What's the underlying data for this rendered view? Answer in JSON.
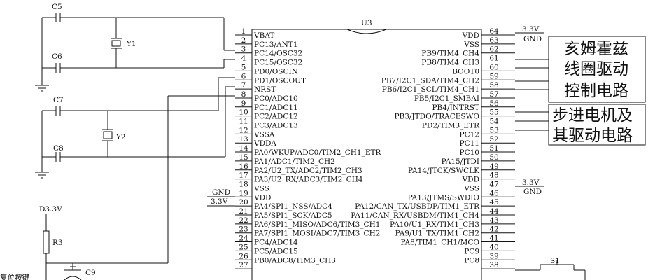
{
  "chip": {
    "ref": "U3",
    "left_pins": [
      {
        "num": "1",
        "name": "VBAT"
      },
      {
        "num": "2",
        "name": "PC13/ANT1"
      },
      {
        "num": "3",
        "name": "PC14/OSC32"
      },
      {
        "num": "4",
        "name": "PC15/OSC32"
      },
      {
        "num": "5",
        "name": "PD0/OSCIN"
      },
      {
        "num": "6",
        "name": "PD1/OSCOUT"
      },
      {
        "num": "7",
        "name": "NRST"
      },
      {
        "num": "8",
        "name": "PC0/ADC10"
      },
      {
        "num": "9",
        "name": "PC1/ADC11"
      },
      {
        "num": "10",
        "name": "PC2/ADC12"
      },
      {
        "num": "11",
        "name": "PC3/ADC13"
      },
      {
        "num": "12",
        "name": "VSSA"
      },
      {
        "num": "13",
        "name": "VDDA"
      },
      {
        "num": "14",
        "name": "PA0/WKUP/ADC0/TIM2_CH1_ETR"
      },
      {
        "num": "15",
        "name": "PA1/ADC1/TIM2_CH2"
      },
      {
        "num": "16",
        "name": "PA2/U2_TX/ADC2/TIM2_CH3"
      },
      {
        "num": "17",
        "name": "PA3/U2_RX/ADC3/TIM2_CH4"
      },
      {
        "num": "18",
        "name": "VSS"
      },
      {
        "num": "19",
        "name": "VDD"
      },
      {
        "num": "20",
        "name": "PA4/SPI1_NSS/ADC4"
      },
      {
        "num": "21",
        "name": "PA5/SPI1_SCK/ADC5"
      },
      {
        "num": "22",
        "name": "PA6/SPI1_MISO/ADC6/TIM3_CH1"
      },
      {
        "num": "23",
        "name": "PA7/SPI1_MOSI/ADC7/TIM3_CH2"
      },
      {
        "num": "24",
        "name": "PC4/ADC14"
      },
      {
        "num": "25",
        "name": "PC5/ADC15"
      },
      {
        "num": "26",
        "name": "PB0/ADC8/TIM3_CH3"
      },
      {
        "num": "27",
        "name": ""
      }
    ],
    "right_pins": [
      {
        "num": "64",
        "name": "VDD"
      },
      {
        "num": "63",
        "name": "VSS"
      },
      {
        "num": "62",
        "name": "PB9/TIM4_CH4"
      },
      {
        "num": "61",
        "name": "PB8/TIM4_CH3"
      },
      {
        "num": "60",
        "name": "BOOT0"
      },
      {
        "num": "59",
        "name": "PB7/I2C1_SDA/TIM4_CH2"
      },
      {
        "num": "58",
        "name": "PB6/I2C1_SCL/TIM4_CH1"
      },
      {
        "num": "57",
        "name": "PB5/I2C1_SMBAI"
      },
      {
        "num": "56",
        "name": "PB4/JNTRST"
      },
      {
        "num": "55",
        "name": "PB3/JTDO/TRACESWO"
      },
      {
        "num": "54",
        "name": "PD2/TIM3_ETR"
      },
      {
        "num": "53",
        "name": "PC12"
      },
      {
        "num": "52",
        "name": "PC11"
      },
      {
        "num": "51",
        "name": "PC10"
      },
      {
        "num": "50",
        "name": "PA15/JTDI"
      },
      {
        "num": "49",
        "name": "PA14/JTCK/SWCLK"
      },
      {
        "num": "48",
        "name": "VDD"
      },
      {
        "num": "47",
        "name": "VSS"
      },
      {
        "num": "46",
        "name": "PA13/JTMS/SWDIO"
      },
      {
        "num": "45",
        "name": "PA12/CAN_TX/USBDP/TIM1_ETR"
      },
      {
        "num": "44",
        "name": "PA11/CAN_RX/USBDM/TIM1_CH4"
      },
      {
        "num": "43",
        "name": "PA10/U1_RX/TIM1_CH3"
      },
      {
        "num": "42",
        "name": "PA9/U1_TX/TIM1_CH2"
      },
      {
        "num": "41",
        "name": "PA8/TIM1_CH1/MCO"
      },
      {
        "num": "40",
        "name": "PC9"
      },
      {
        "num": "39",
        "name": "PC8"
      },
      {
        "num": "38",
        "name": ""
      }
    ]
  },
  "net_labels": {
    "vdd_top": "3.3V",
    "gnd_top": "GND",
    "vdd_48": "3.3V",
    "gnd_47": "GND",
    "gnd_18": "GND",
    "vdd_19": "3.3V"
  },
  "components": {
    "c5": "C5",
    "c6": "C6",
    "c7": "C7",
    "c8": "C8",
    "c9": "C9",
    "y1": "Y1",
    "y2": "Y2",
    "r3": "R3",
    "d33": "D3.3V",
    "s1": "S1",
    "reset_partial": "复位按键"
  },
  "blocks": {
    "hall_coil": [
      "亥姆霍兹",
      "线圈驱动",
      "控制电路"
    ],
    "stepper": [
      "步进电机及",
      "其驱动电路"
    ]
  }
}
